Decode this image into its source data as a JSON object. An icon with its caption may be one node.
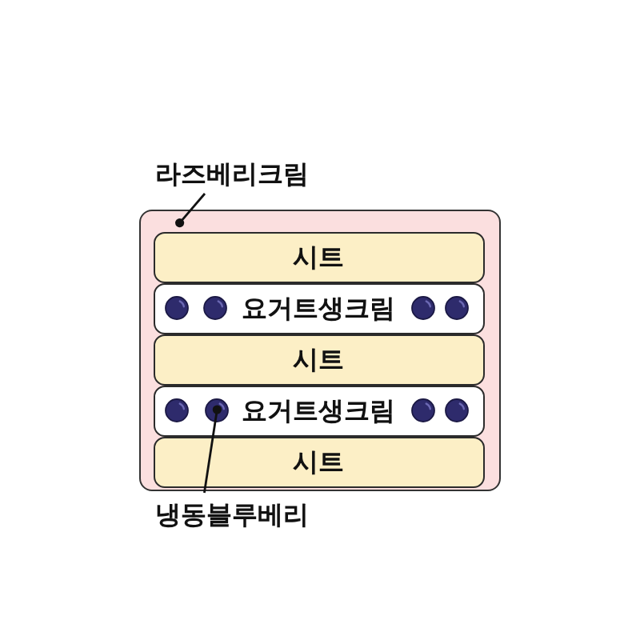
{
  "diagram": {
    "nodes": [
      {
        "text": [
          "라즈베리크림"
        ]
      },
      {
        "text": [],
        "shape": "box"
      },
      {
        "text": [
          "시트"
        ],
        "in": 1
      },
      {
        "text": [
          "요거트생크림"
        ],
        "in": 1
      },
      {
        "text": [
          "시트"
        ],
        "in": 1
      },
      {
        "text": [
          "요거트생크림"
        ],
        "in": 1
      },
      {
        "text": [
          "시트"
        ],
        "in": 1
      },
      {
        "text": [],
        "shape": "circle",
        "in": 5
      },
      {
        "text": [
          "냉동블루베리"
        ]
      }
    ],
    "edges": [
      {
        "from": 0,
        "to": 1,
        "arrow": "other"
      },
      {
        "from": 8,
        "to": 7,
        "arrow": "other"
      }
    ]
  }
}
